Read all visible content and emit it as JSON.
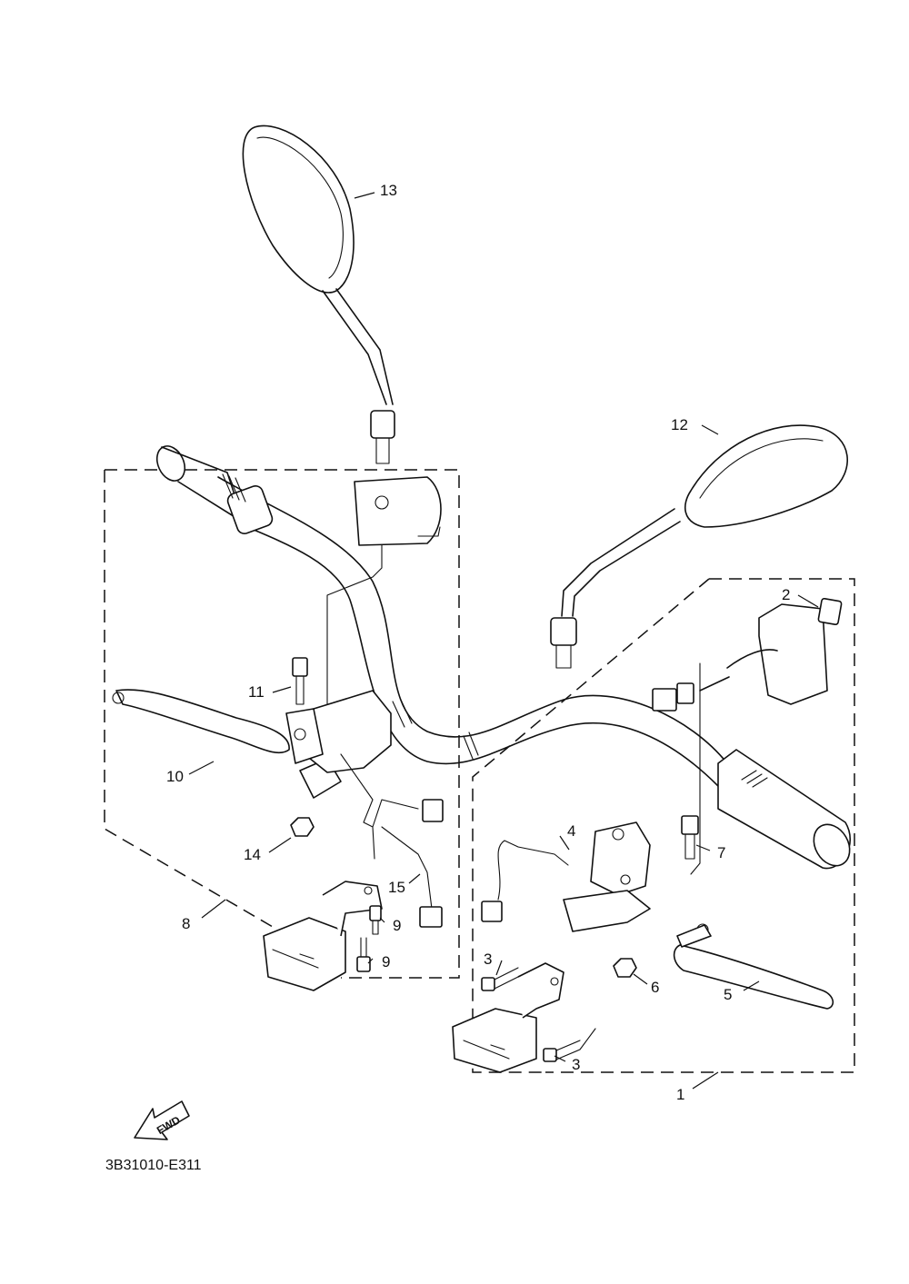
{
  "diagram": {
    "drawing_code": "3B31010-E311",
    "fwd_label": "FWD",
    "callouts": [
      "1",
      "2",
      "3",
      "3",
      "4",
      "5",
      "6",
      "7",
      "8",
      "9",
      "9",
      "10",
      "11",
      "12",
      "13",
      "14",
      "15"
    ]
  }
}
